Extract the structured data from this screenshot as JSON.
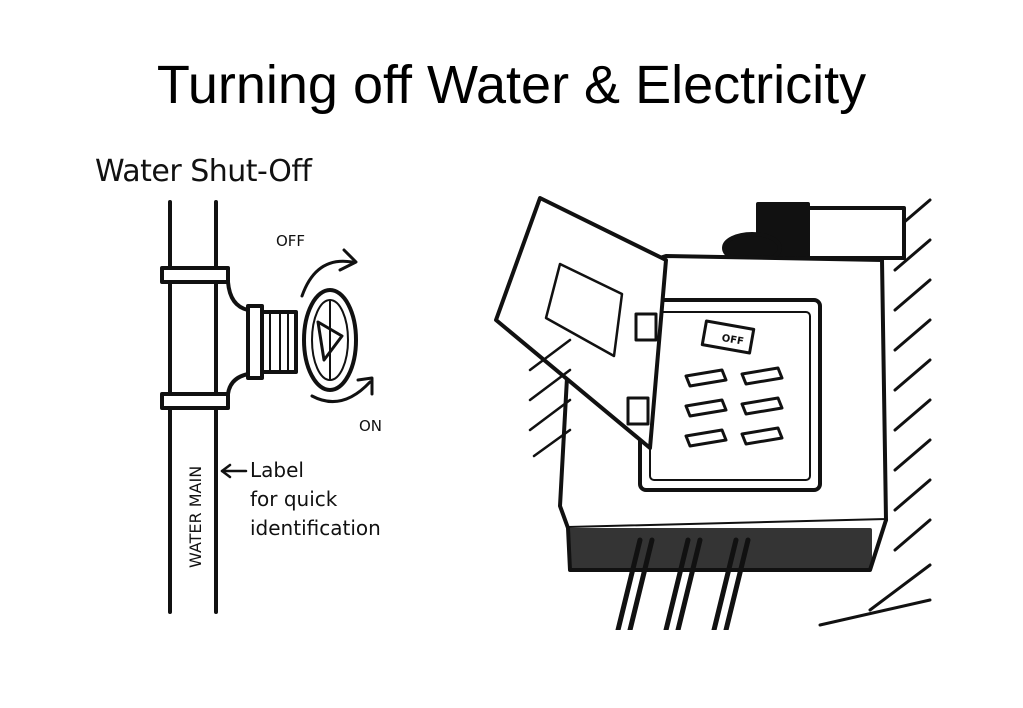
{
  "slide": {
    "title": "Turning off Water & Electricity"
  },
  "water_figure": {
    "heading": "Water Shut-Off",
    "off_label": "OFF",
    "on_label": "ON",
    "pipe_label": "WATER MAIN",
    "note_lines": [
      "Label",
      "for quick",
      "identification"
    ]
  },
  "breaker_figure": {
    "switch_label": "OFF"
  },
  "colors": {
    "ink": "#111111",
    "paper": "#ffffff"
  }
}
